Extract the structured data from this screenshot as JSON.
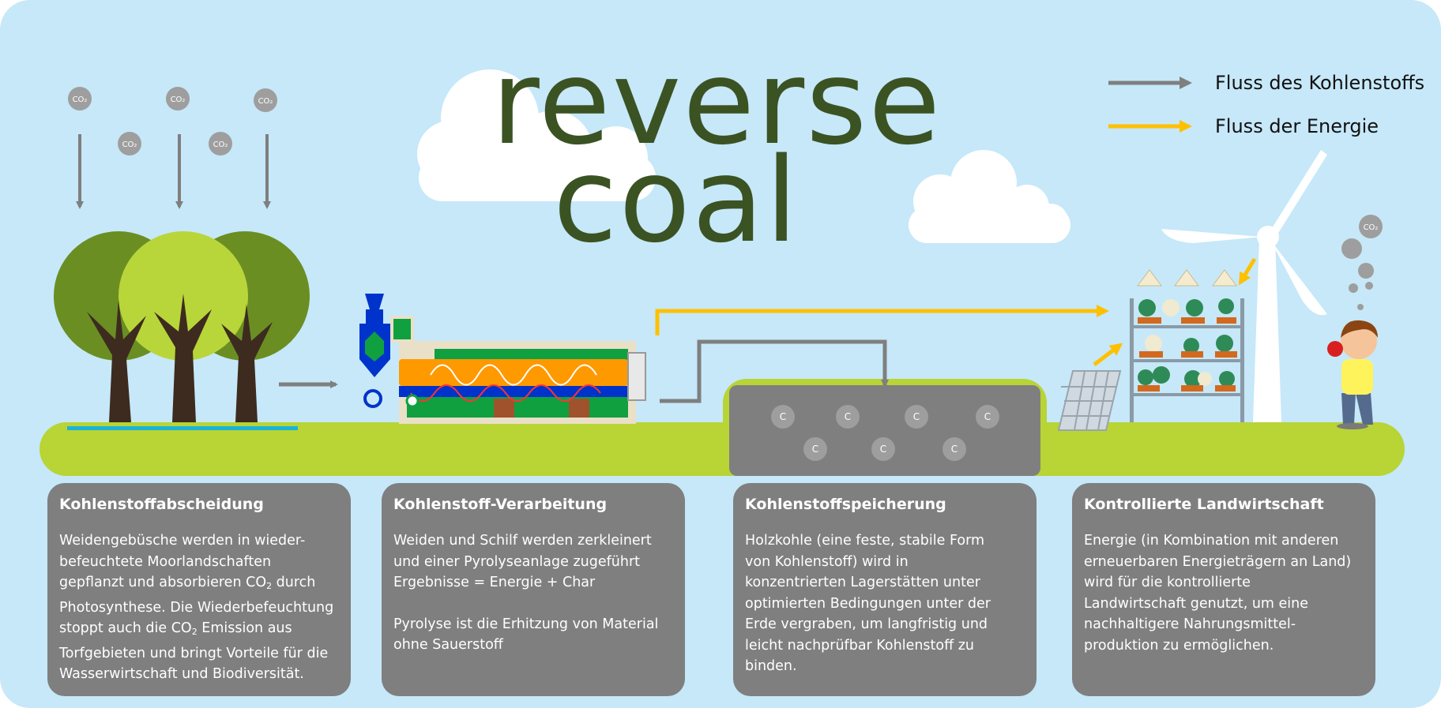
{
  "logo": {
    "line1": "reverse",
    "line2": "coal"
  },
  "legend": [
    {
      "label": "Fluss des Kohlenstoffs",
      "color": "#7f7f7f"
    },
    {
      "label": "Fluss der Energie",
      "color": "#ffc000"
    }
  ],
  "molecule_labels": {
    "co2": "CO₂",
    "carbon": "C"
  },
  "colors": {
    "sky": "#c6e8f9",
    "ground": "#b8d435",
    "card": "#7f7f7f",
    "logo": "#3b5323",
    "tree_dark": "#6b8e23",
    "tree_light": "#b8d63a",
    "energy": "#ffc000"
  },
  "icons": [
    "co2-bubble-icon",
    "tree-icon",
    "pyrolysis-plant-icon",
    "solar-panel-icon",
    "wind-turbine-icon",
    "greenhouse-shelf-icon",
    "person-icon",
    "cloud-icon"
  ],
  "cards": [
    {
      "title": "Kohlenstoffabscheidung",
      "paragraphs": [
        [
          "Weidengebüsche werden in wieder-",
          "befeuchtete Moorlandschaften",
          "gepflanzt und absorbieren CO₂ durch",
          "Photosynthese. Die Wiederbefeuchtung",
          "stoppt auch die CO₂ Emission aus",
          "Torfgebieten und bringt Vorteile für die",
          "Wasserwirtschaft und Biodiversität."
        ]
      ]
    },
    {
      "title": "Kohlenstoff-Verarbeitung",
      "paragraphs": [
        [
          "Weiden und Schilf werden zerkleinert",
          "und einer Pyrolyseanlage zugeführt",
          "Ergebnisse = Energie + Char"
        ],
        [
          "Pyrolyse ist die Erhitzung von Material",
          "ohne Sauerstoff"
        ]
      ]
    },
    {
      "title": "Kohlenstoffspeicherung",
      "paragraphs": [
        [
          "Holzkohle (eine feste, stabile Form",
          "von Kohlenstoff) wird in",
          "konzentrierten Lagerstätten unter",
          "optimierten Bedingungen unter der",
          "Erde vergraben, um langfristig und",
          "leicht nachprüfbar Kohlenstoff zu",
          "binden."
        ]
      ]
    },
    {
      "title": "Kontrollierte Landwirtschaft",
      "paragraphs": [
        [
          "Energie (in Kombination mit anderen",
          "erneuerbaren Energieträgern an Land)",
          "wird für die kontrollierte",
          "Landwirtschaft genutzt, um eine",
          "nachhaltigere Nahrungsmittel-",
          "produktion zu ermöglichen."
        ]
      ]
    }
  ]
}
